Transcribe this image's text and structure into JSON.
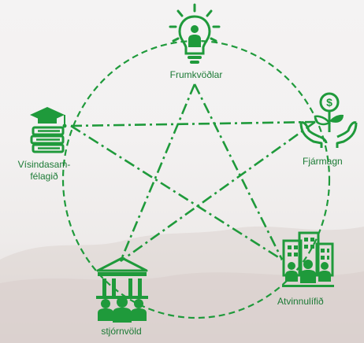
{
  "colors": {
    "accent": "#1f9a3b",
    "label": "#1b7a35",
    "background": "#f3f1f1"
  },
  "nodes": {
    "frumkvodlar": {
      "label": "Frumkvöðlar",
      "icon": "lightbulb-person-icon"
    },
    "fjarmagn": {
      "label": "Fjármagn",
      "icon": "hand-coin-plant-icon"
    },
    "atvinnulifid": {
      "label": "Atvinnulífið",
      "icon": "buildings-people-icon"
    },
    "stjornvold": {
      "label": "stjórnvöld",
      "icon": "government-building-people-icon"
    },
    "visindasamfelagid": {
      "label_line1": "Vísindasam-",
      "label_line2": "félagið",
      "icon": "books-graduation-cap-icon"
    }
  }
}
